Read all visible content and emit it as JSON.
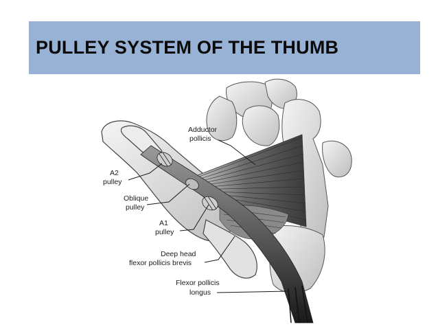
{
  "title": "PULLEY SYSTEM OF THE THUMB",
  "labels": {
    "adductor_1": "Adductor",
    "adductor_2": "pollicis",
    "a2_1": "A2",
    "a2_2": "pulley",
    "oblique_1": "Oblique",
    "oblique_2": "pulley",
    "a1_1": "A1",
    "a1_2": "pulley",
    "deep_1": "Deep head",
    "deep_2": "flexor pollicis brevis",
    "flexor_1": "Flexor pollicis",
    "flexor_2": "longus"
  },
  "colors": {
    "title_bar": "#98b2d6",
    "title_text": "#0a0a0a"
  }
}
